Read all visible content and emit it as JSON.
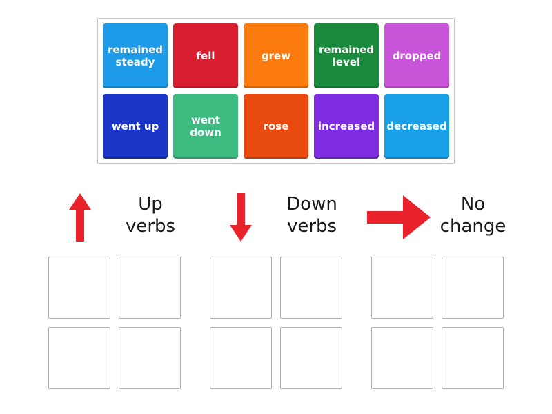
{
  "tiles": [
    {
      "label": "remained steady",
      "color": "#1e9be8"
    },
    {
      "label": "fell",
      "color": "#d91f2f"
    },
    {
      "label": "grew",
      "color": "#fc7b0f"
    },
    {
      "label": "remained level",
      "color": "#1a8a3c"
    },
    {
      "label": "dropped",
      "color": "#c955d8"
    },
    {
      "label": "went up",
      "color": "#1b35c6"
    },
    {
      "label": "went down",
      "color": "#3dba7f"
    },
    {
      "label": "rose",
      "color": "#e84a0f"
    },
    {
      "label": "increased",
      "color": "#7e2ee0"
    },
    {
      "label": "decreased",
      "color": "#1aa0e6"
    }
  ],
  "categories": [
    {
      "title": "Up\nverbs",
      "arrow": "arrow-up-icon"
    },
    {
      "title": "Down\nverbs",
      "arrow": "arrow-down-icon"
    },
    {
      "title": "No\nchange",
      "arrow": "arrow-right-icon"
    }
  ],
  "arrow_color": "#e8212a"
}
